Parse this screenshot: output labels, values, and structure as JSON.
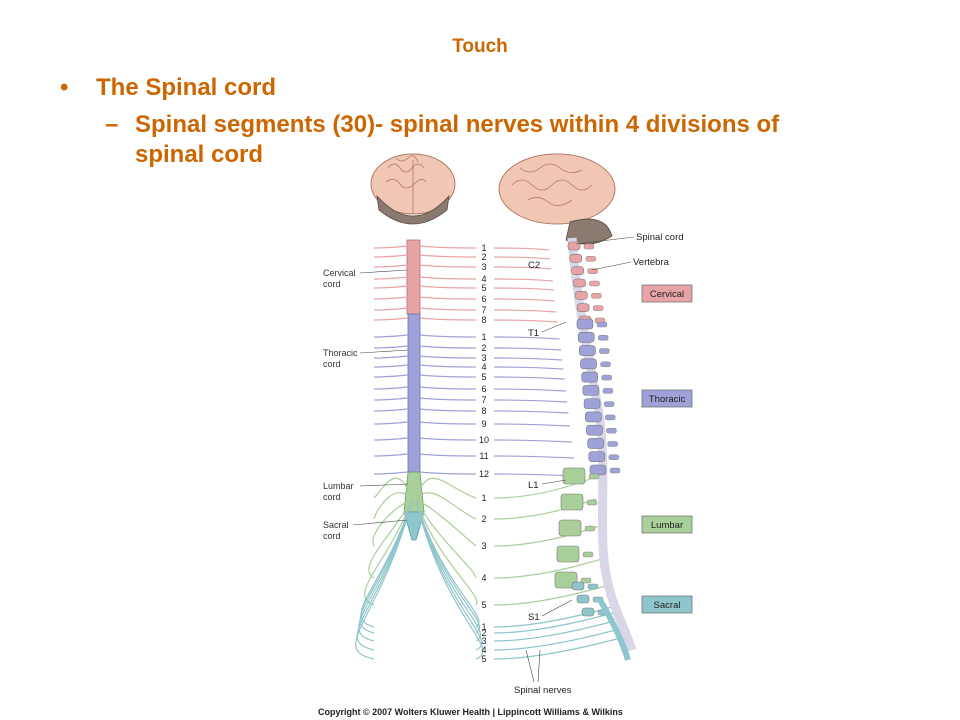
{
  "slide": {
    "title": "Touch",
    "bullet": "The Spinal cord",
    "sub_bullet": "Spinal segments (30)- spinal nerves within 4 divisions of spinal cord"
  },
  "figure": {
    "left_labels": {
      "cervical": [
        "Cervical",
        "cord"
      ],
      "thoracic": [
        "Thoracic",
        "cord"
      ],
      "lumbar": [
        "Lumbar",
        "cord"
      ],
      "sacral": [
        "Sacral",
        "cord"
      ]
    },
    "segment_numbers": {
      "cervical": [
        "1",
        "2",
        "3",
        "4",
        "5",
        "6",
        "7",
        "8"
      ],
      "thoracic": [
        "1",
        "2",
        "3",
        "4",
        "5",
        "6",
        "7",
        "8",
        "9",
        "10",
        "11",
        "12"
      ],
      "lumbar": [
        "1",
        "2",
        "3",
        "4",
        "5"
      ],
      "sacral": [
        "1",
        "2",
        "3",
        "4",
        "5"
      ]
    },
    "vertebra_markers": {
      "c2": "C2",
      "t1": "T1",
      "l1": "L1",
      "s1": "S1"
    },
    "right_labels": {
      "spinal_cord": "Spinal cord",
      "vertebra": "Vertebra"
    },
    "region_boxes": {
      "cervical": "Cervical",
      "thoracic": "Thoracic",
      "lumbar": "Lumbar",
      "sacral": "Sacral"
    },
    "bottom_label": "Spinal nerves",
    "colors": {
      "cervical": "#e8a3a6",
      "thoracic": "#9ea2d8",
      "lumbar": "#a9cf9a",
      "sacral": "#8fc5cc",
      "brain": "#f2c6b4",
      "cerebellum": "#8a7a70"
    }
  },
  "copyright": "Copyright © 2007 Wolters Kluwer Health | Lippincott Williams & Wilkins"
}
